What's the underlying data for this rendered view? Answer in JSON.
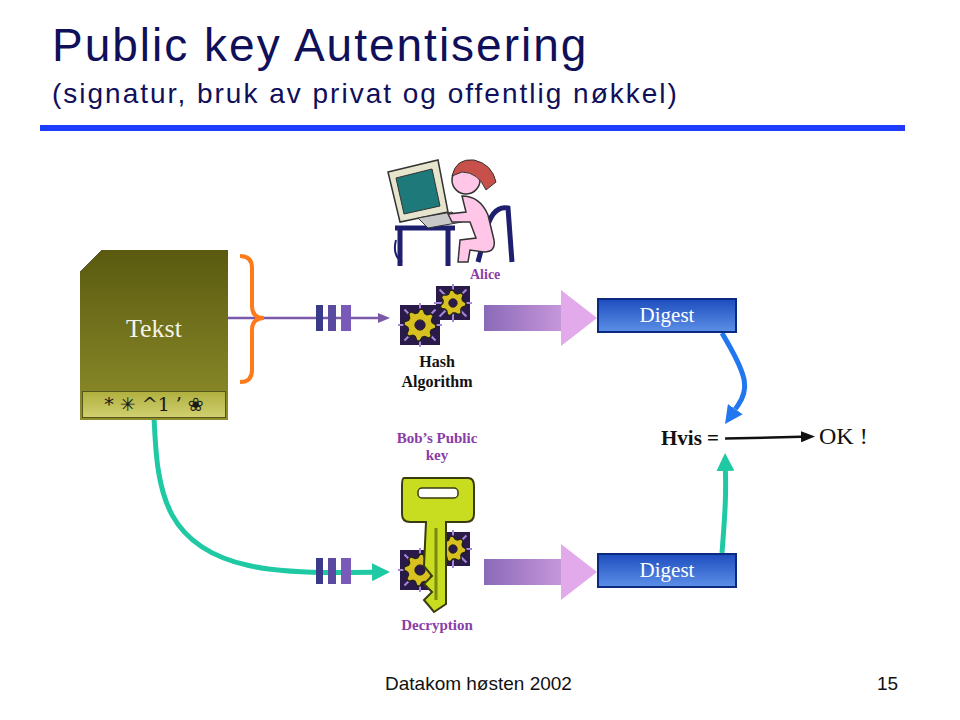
{
  "diagram": {
    "title": "Public key Autentisering",
    "nodes": [
      {
        "text": [
          "Tekst"
        ]
      },
      {
        "text": [
          "* ✳ ^1 ’ ❀"
        ],
        "in": 0
      },
      {
        "text": [
          "Hash Algorithm"
        ]
      },
      {
        "text": [
          "Digest"
        ]
      },
      {
        "text": [
          "Bob’s Public key",
          "Decryption"
        ]
      },
      {
        "text": [
          "Digest"
        ]
      },
      {
        "text": [
          "Hvis ="
        ]
      },
      {
        "text": [
          "OK !"
        ]
      }
    ],
    "edges": [
      {
        "from": 0,
        "to": 2,
        "arrow": "to"
      },
      {
        "from": 2,
        "to": 3,
        "arrow": "to"
      },
      {
        "from": 3,
        "to": 6,
        "arrow": "to"
      },
      {
        "from": 1,
        "to": 4,
        "arrow": "to"
      },
      {
        "from": 4,
        "to": 5,
        "arrow": "to"
      },
      {
        "from": 5,
        "to": 6,
        "arrow": "to"
      },
      {
        "from": 6,
        "to": 7,
        "arrow": "to"
      }
    ],
    "labels": [
      "(signatur, bruk av privat og offentlig nøkkel)",
      "Alice",
      "Datakom høsten 2002",
      "15"
    ]
  }
}
